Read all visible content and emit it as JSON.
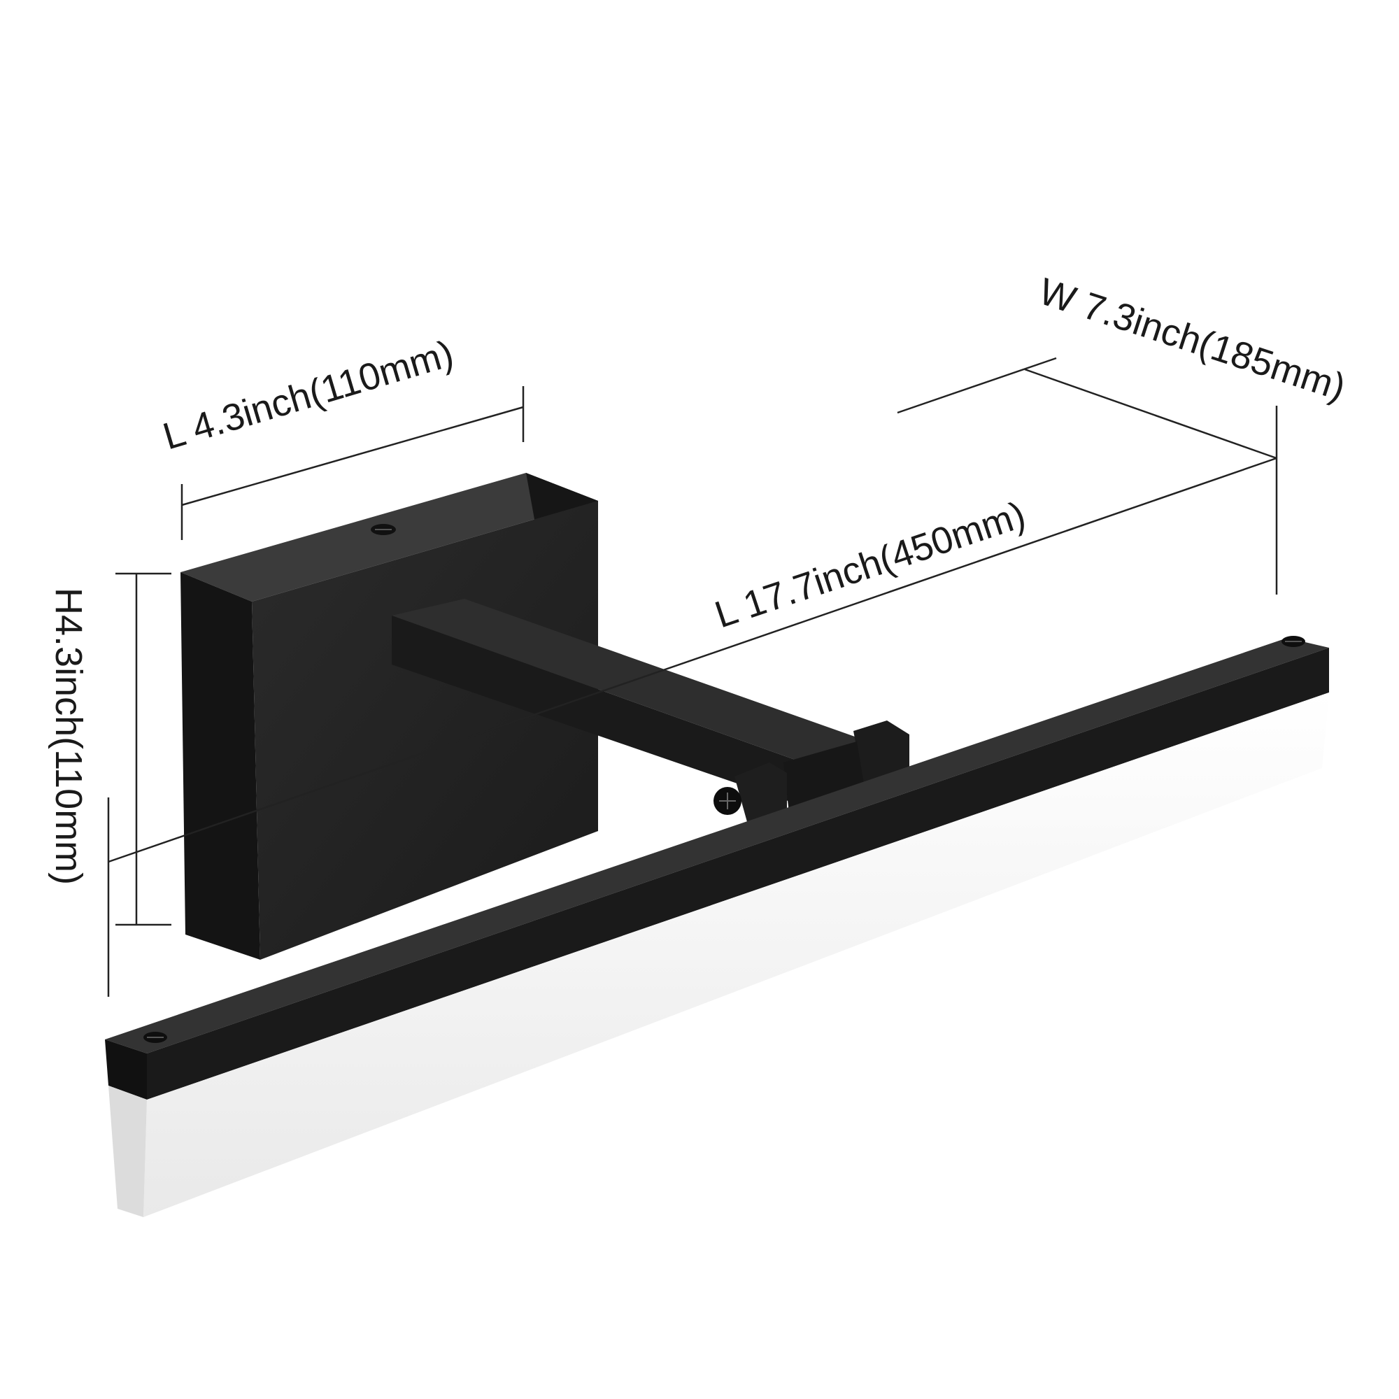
{
  "dimensions": {
    "backplate_length": "L 4.3inch(110mm)",
    "total_width": "W 7.3inch(185mm)",
    "total_length": "L 17.7inch(450mm)",
    "height": "H4.3inch(110mm)"
  },
  "colors": {
    "fixture_black": "#1f1f1f",
    "fixture_top": "#3a3a3a",
    "diffuser_white": "#f4f4f4",
    "line": "#222222"
  }
}
